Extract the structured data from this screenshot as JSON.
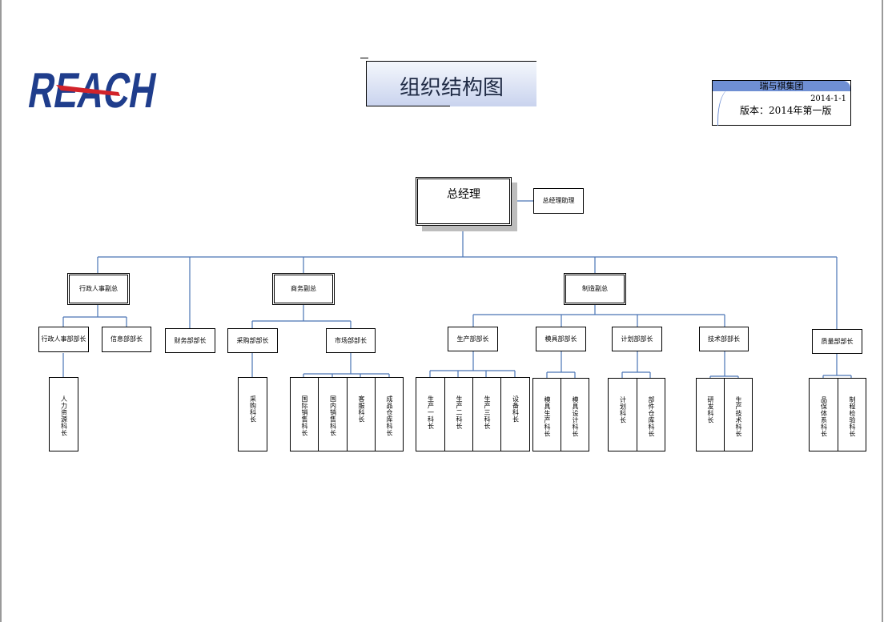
{
  "header": {
    "logo_text": "REACH",
    "title": "组织结构图",
    "company": "瑞与祺集团",
    "date": "2014-1-1",
    "version": "版本：2014年第一版"
  },
  "colors": {
    "line": "#4a74b5",
    "title_bg": "#c9d3ee",
    "version_tab": "#6f8fd3",
    "logo_blue": "#1f3d8c",
    "logo_red": "#d2232a"
  },
  "org": {
    "ceo": "总经理",
    "assistant": "总经理助理",
    "vp_admin": "行政人事副总",
    "vp_business": "商务副总",
    "vp_manufacturing": "制造副总",
    "departments": {
      "hr": "行政人事部部长",
      "info": "信息部部长",
      "finance": "财务部部长",
      "purchase": "采购部部长",
      "market": "市场部部长",
      "production": "生产部部长",
      "mold": "模具部部长",
      "planning": "计划部部长",
      "tech": "技术部部长",
      "quality": "质量部部长"
    },
    "sections": {
      "hr_admin": "人力资源科长",
      "purchase_chief": "采购科长",
      "intl_sales": "国际销售科长",
      "domestic_sales": "国内销售科长",
      "customer_service": "客服科长",
      "export_warehouse": "成品仓库科长",
      "prod1": "生产一科长",
      "prod2": "生产二科长",
      "prod3": "生产三科长",
      "equipment": "设备科长",
      "mold_production": "模具生产科长",
      "mold_design": "模具设计科长",
      "plan": "计划科长",
      "parts_warehouse": "部件仓库科长",
      "rnd": "研发科长",
      "prod_tech": "生产技术科长",
      "qa_system": "品保体系科长",
      "process_qc": "制程检验科长"
    }
  }
}
